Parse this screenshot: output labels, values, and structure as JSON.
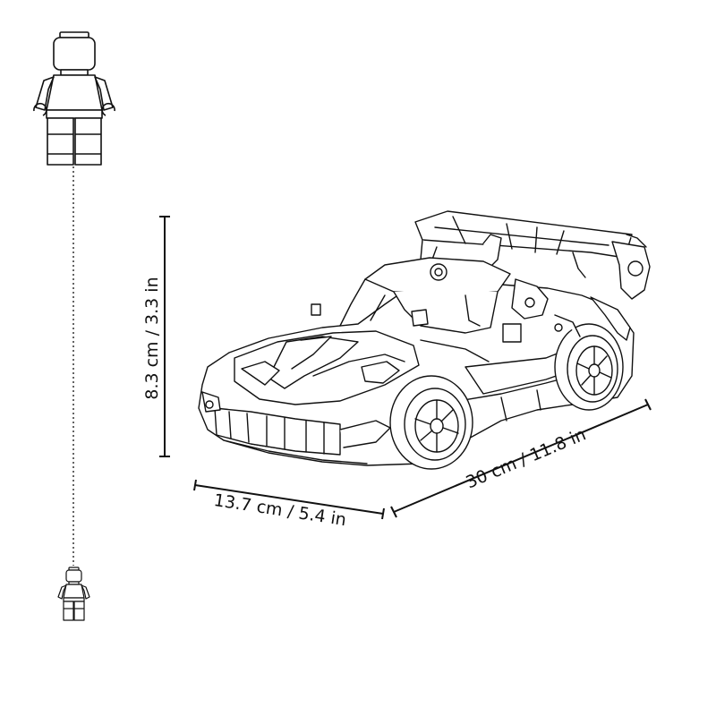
{
  "dimensions": {
    "height_label": "8.3 cm / 3.3 in",
    "width_label": "13.7 cm / 5.4 in",
    "length_label": "30 cm / 11.8 in"
  },
  "figures": {
    "large": "minifigure-outline",
    "small": "minifigure-outline-scaled"
  },
  "colors": {
    "line": "#111111",
    "background": "#ffffff"
  }
}
